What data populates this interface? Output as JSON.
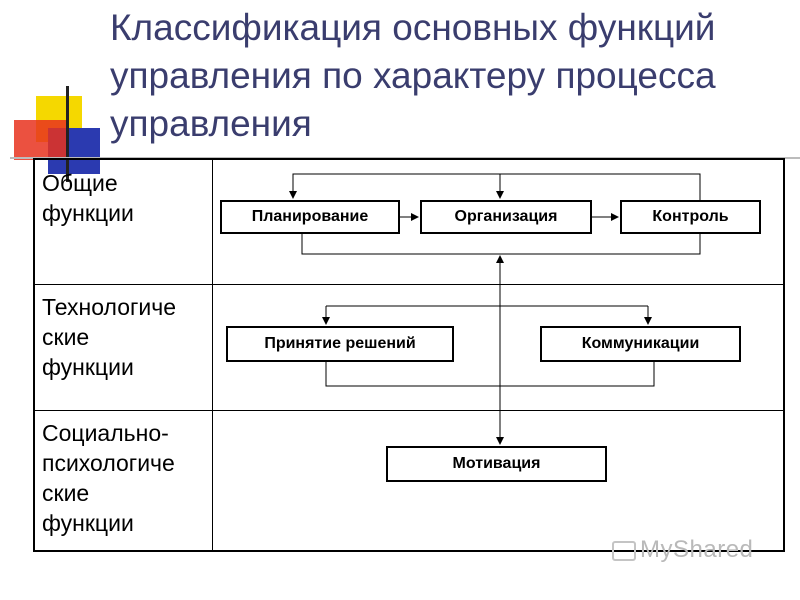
{
  "title": "Классификация основных функций\nуправления по характеру процесса\nуправления",
  "rows": [
    {
      "label": "Общие\nфункции"
    },
    {
      "label": "Технологиче\nские\nфункции"
    },
    {
      "label": "Социально-\nпсихологиче\nские\nфункции"
    }
  ],
  "boxes": {
    "planning": "Планирование",
    "organization": "Организация",
    "control": "Контроль",
    "decisions": "Принятие решений",
    "communications": "Коммуникации",
    "motivation": "Мотивация"
  },
  "watermark": "MyShared",
  "colors": {
    "title": "#3a3d6e",
    "deco_yellow": "#f5d800",
    "deco_red": "#e8321e",
    "deco_blue": "#2b3ab0"
  }
}
